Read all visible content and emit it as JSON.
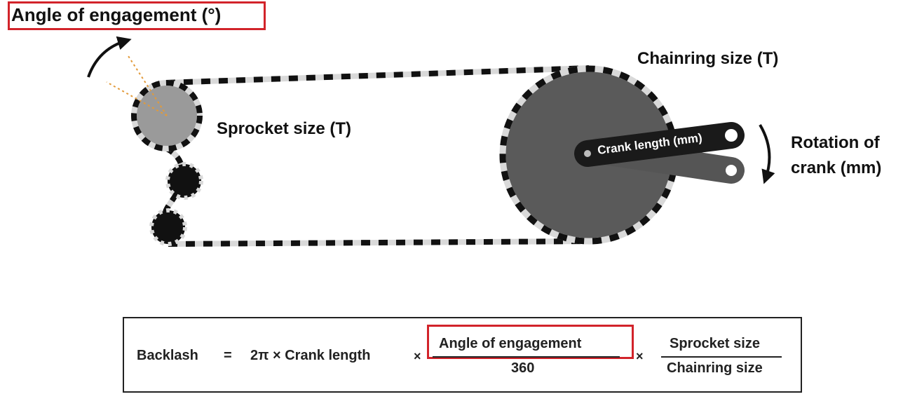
{
  "labels": {
    "angle_of_engagement": "Angle of engagement (°)",
    "chainring_size": "Chainring size (T)",
    "sprocket_size": "Sprocket size (T)",
    "rotation_line1": "Rotation of",
    "rotation_line2": "crank (mm)",
    "crank_length": "Crank length (mm)"
  },
  "formula": {
    "lhs": "Backlash",
    "equals": "=",
    "term1": "2π × Crank length",
    "times": "×",
    "angle_numerator": "Angle of engagement",
    "angle_denominator": "360",
    "ratio_numerator": "Sprocket size",
    "ratio_denominator": "Chainring size"
  },
  "colors": {
    "highlight": "#d2232a",
    "chain_dark": "#111111",
    "chain_light": "#d9d9d9",
    "chainring_fill": "#5a5a5a",
    "sprocket_fill": "#9a9a9a",
    "crank_arm": "#1a1a1a",
    "crank_arm_back": "#555555",
    "angle_lines": "#e29a3a"
  }
}
